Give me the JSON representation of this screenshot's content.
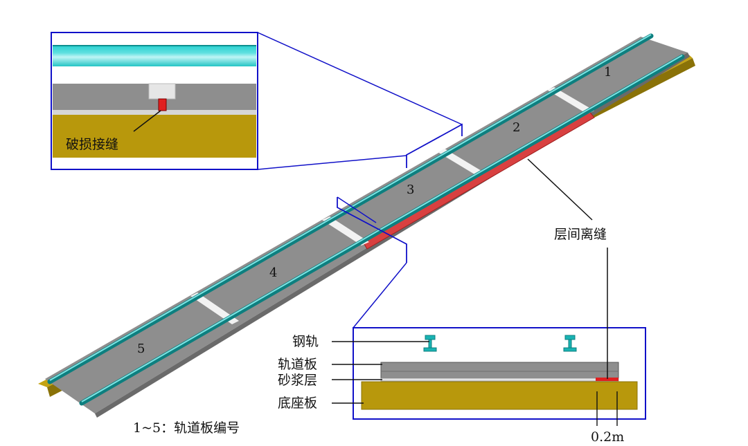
{
  "colors": {
    "rail": "#19b3b3",
    "rail_light": "#7fe3e3",
    "slab": "#8e8e8e",
    "slab_dark": "#6f6f6f",
    "base": "#b8980c",
    "base_dark": "#8a7208",
    "gap": "#e03030",
    "frame": "#1010c8"
  },
  "slab_numbers": [
    "1",
    "2",
    "3",
    "4",
    "5"
  ],
  "labels": {
    "damaged_joint": "破损接缝",
    "interlayer_gap": "层间离缝",
    "rail": "钢轨",
    "track_slab": "轨道板",
    "mortar_layer": "砂浆层",
    "base_plate": "底座板",
    "gap_width": "0.2m",
    "legend": "1~5：轨道板编号"
  }
}
